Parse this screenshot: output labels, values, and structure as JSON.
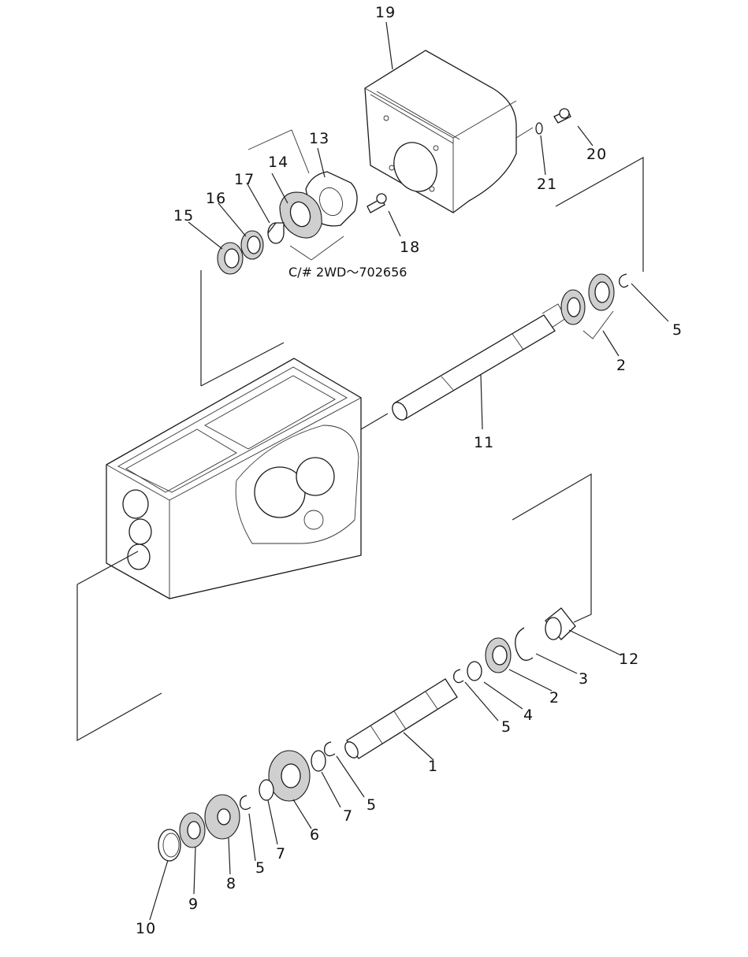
{
  "callouts": {
    "c1": "1",
    "c2a": "2",
    "c2b": "2",
    "c3": "3",
    "c4": "4",
    "c5a": "5",
    "c5b": "5",
    "c5c": "5",
    "c5d": "5",
    "c6": "6",
    "c7a": "7",
    "c7b": "7",
    "c8": "8",
    "c9": "9",
    "c10": "10",
    "c11": "11",
    "c12": "12",
    "c13": "13",
    "c14": "14",
    "c15": "15",
    "c16": "16",
    "c17": "17",
    "c18": "18",
    "c19": "19",
    "c20": "20",
    "c21": "21"
  },
  "note": "C/# 2WD～702656"
}
